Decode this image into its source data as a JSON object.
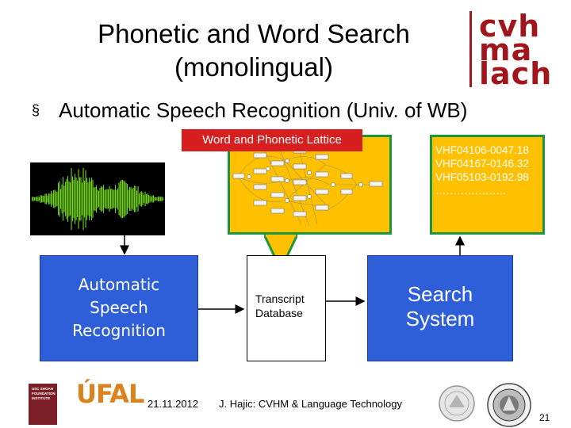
{
  "slide": {
    "title_line1": "Phonetic and Word Search",
    "title_line2": "(monolingual)",
    "logo_lines": [
      "cvh",
      "ma",
      "lach"
    ],
    "bullet_mark": "§",
    "bullet_text": "Automatic Speech Recognition (Univ. of WB)"
  },
  "lattice": {
    "tag": "Word and Phonetic Lattice"
  },
  "results": {
    "lines": [
      "VHF04106-0047.18",
      "VHF04167-0146.32",
      "VHF05103-0192.98",
      "……………….."
    ]
  },
  "boxes": {
    "asr_lines": [
      "Automatic",
      "Speech",
      "Recognition"
    ],
    "db_lines": [
      "Transcript",
      "Database"
    ],
    "search_lines": [
      "Search",
      "System"
    ]
  },
  "footer": {
    "date": "21.11.2012",
    "credit": "J. Hajic: CVHM & Language Technology",
    "page_number": "21",
    "sfi_logo_text": "USC SHOAH FOUNDATION INSTITUTE",
    "ufal_logo_text": "ÚFAL"
  },
  "colors": {
    "box_blue": "#2f5fd8",
    "lattice_yellow": "#ffc000",
    "border_green": "#1a9641",
    "tag_red": "#d71f1f",
    "logo_red": "#a0161c"
  }
}
